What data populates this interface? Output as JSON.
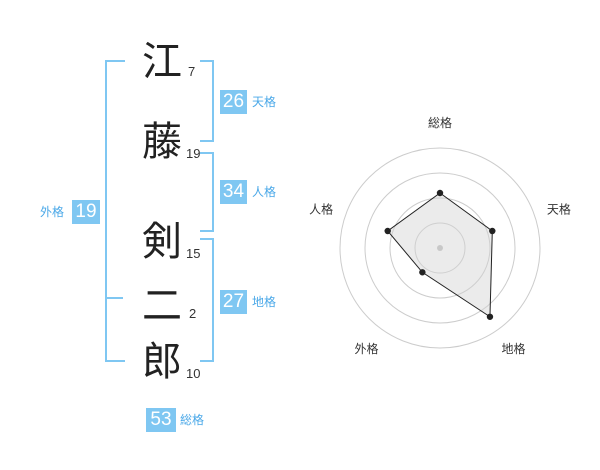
{
  "name": {
    "characters": [
      {
        "char": "江",
        "strokes": "7"
      },
      {
        "char": "藤",
        "strokes": "19"
      },
      {
        "char": "剣",
        "strokes": "15"
      },
      {
        "char": "二",
        "strokes": "2"
      },
      {
        "char": "郎",
        "strokes": "10"
      }
    ]
  },
  "fortunes": {
    "tenkaku": {
      "value": "26",
      "label": "天格"
    },
    "jinkaku": {
      "value": "34",
      "label": "人格"
    },
    "chikaku": {
      "value": "27",
      "label": "地格"
    },
    "gaikaku": {
      "value": "19",
      "label": "外格"
    },
    "soukaku": {
      "value": "53",
      "label": "総格"
    }
  },
  "colors": {
    "accent": "#7fc7f2",
    "label_text": "#4aa8e8"
  },
  "chart_data": {
    "type": "radar",
    "axes": [
      "総格",
      "天格",
      "地格",
      "外格",
      "人格"
    ],
    "values": [
      0.55,
      0.55,
      0.85,
      0.3,
      0.55
    ],
    "range": [
      0,
      1
    ],
    "rings": 4
  }
}
